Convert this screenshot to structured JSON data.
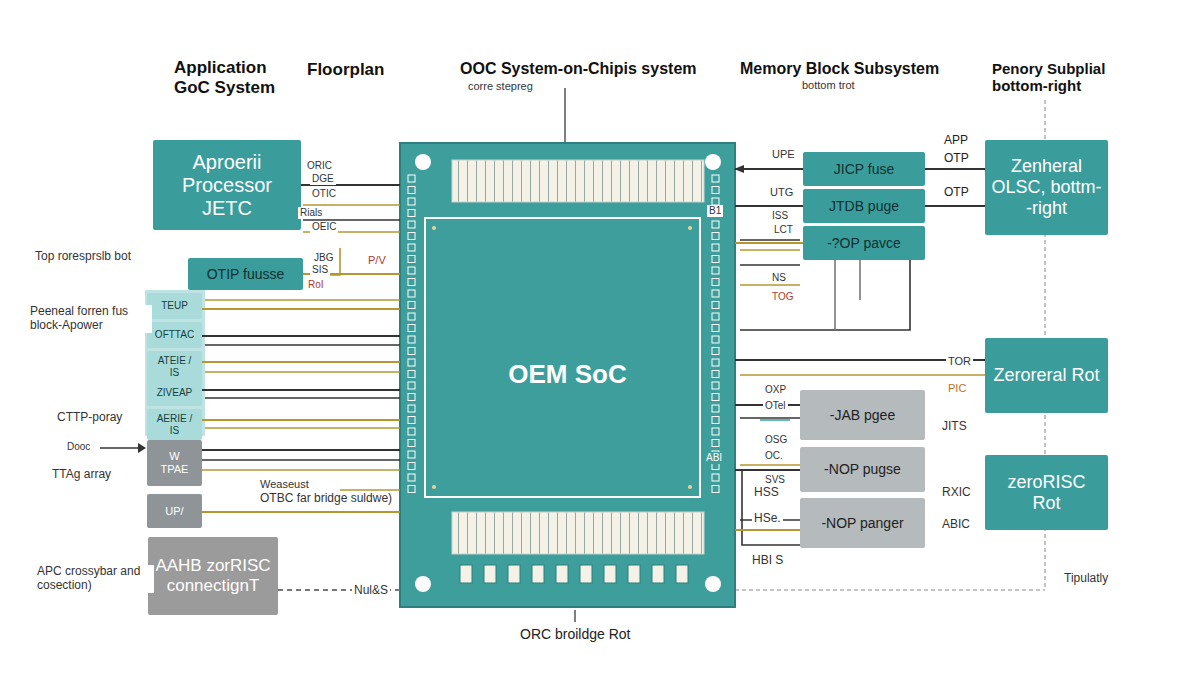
{
  "diagram": {
    "nodes": [
      {
        "text": [
          "Aproerii Processor JETC"
        ]
      },
      {
        "text": [
          "OTIP fuusse"
        ]
      },
      {
        "text": [
          "TEUP"
        ]
      },
      {
        "text": [
          "OFTTAC"
        ]
      },
      {
        "text": [
          "ATEIE / IS"
        ]
      },
      {
        "text": [
          "ZIVEAP"
        ]
      },
      {
        "text": [
          "AERIE / IS"
        ]
      },
      {
        "text": [
          "W",
          "TPAE"
        ]
      },
      {
        "text": [
          "UP/"
        ]
      },
      {
        "text": [
          "AAHB zorRISC",
          "connectignT"
        ]
      },
      {
        "text": [
          "OEM SoC"
        ]
      },
      {
        "text": [
          "JICP fuse"
        ]
      },
      {
        "text": [
          "JTDB puge"
        ]
      },
      {
        "text": [
          "-?OP pavce"
        ]
      },
      {
        "text": [
          "Zenheral OLSC, bottm--right"
        ]
      },
      {
        "text": [
          "-JAB pgee"
        ]
      },
      {
        "text": [
          "-NOP pugse"
        ]
      },
      {
        "text": [
          "-NOP panger"
        ]
      },
      {
        "text": [
          "Zeroreral Rot"
        ]
      },
      {
        "text": [
          "zeroRISC Rot"
        ]
      }
    ],
    "edges": [
      {
        "from": 0,
        "to": 10,
        "arrow": "none"
      },
      {
        "from": 1,
        "to": 10,
        "arrow": "none"
      },
      {
        "from": 2,
        "to": 10,
        "arrow": "none"
      },
      {
        "from": 3,
        "to": 10,
        "arrow": "none"
      },
      {
        "from": 4,
        "to": 10,
        "arrow": "none"
      },
      {
        "from": 5,
        "to": 10,
        "arrow": "none"
      },
      {
        "from": 6,
        "to": 10,
        "arrow": "none"
      },
      {
        "from": 7,
        "to": 10,
        "arrow": "none"
      },
      {
        "from": 8,
        "to": 10,
        "arrow": "none"
      },
      {
        "from": 9,
        "to": 10,
        "arrow": "none"
      },
      {
        "from": 11,
        "to": 10,
        "arrow": "to"
      },
      {
        "from": 12,
        "to": 10,
        "arrow": "none"
      },
      {
        "from": 13,
        "to": 10,
        "arrow": "none"
      },
      {
        "from": 14,
        "to": 11,
        "arrow": "none"
      },
      {
        "from": 14,
        "to": 12,
        "arrow": "none"
      },
      {
        "from": 15,
        "to": 10,
        "arrow": "none"
      },
      {
        "from": 16,
        "to": 10,
        "arrow": "none"
      },
      {
        "from": 17,
        "to": 10,
        "arrow": "none"
      },
      {
        "from": 18,
        "to": 10,
        "arrow": "none"
      }
    ],
    "labels": [
      "Application GoC System",
      "Floorplan",
      "OOC System-on-Chipis  system",
      "corre  stepreg",
      "Memory Block Subsystem",
      "bottom trot",
      "Penory Subplial bottom-right",
      "Top roresprslb bot",
      "Peeneal forren fus block-Apower",
      "CTTP-poray",
      "Dooc",
      "TTAg array",
      "APC crossybar and cosection)",
      "Nul&S",
      "ORIC",
      "DGE",
      "OTIC",
      "Rials",
      "OEIC",
      "JBG",
      "SIS",
      "RoI",
      "P/V",
      "Weaseust",
      "OTBC far bridge suldwe)",
      "ORC broildge Rot",
      "UPE",
      "UTG",
      "APP",
      "OTP",
      "OTP",
      "B1",
      "ISS",
      "LCT",
      "NS",
      "TOG",
      "TOR",
      "PIC",
      "OXP",
      "OTel",
      "JITS",
      "OSG",
      "OC.",
      "SVS",
      "HSS",
      "HSe.",
      "HBI S",
      "RXIC",
      "ABIC",
      "Tipulatly",
      "ABI"
    ]
  }
}
